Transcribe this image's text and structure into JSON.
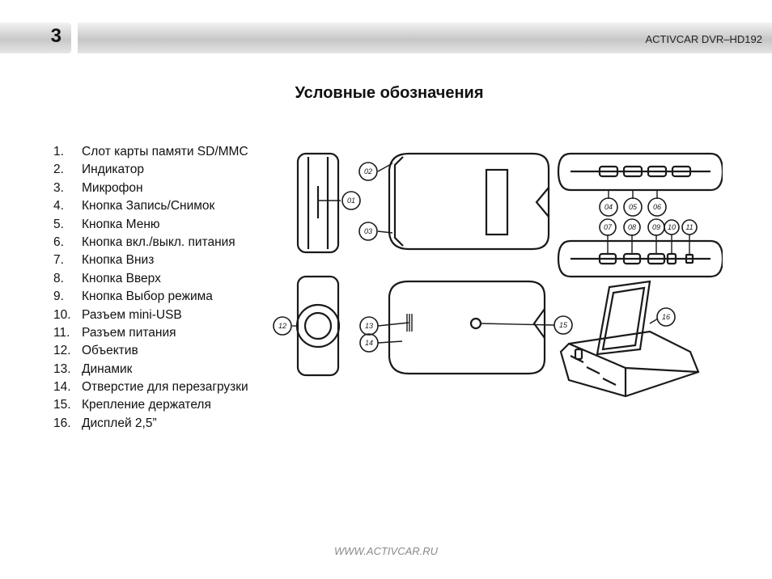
{
  "header": {
    "page_number": "3",
    "model": "ACTIVCAR DVR–HD192"
  },
  "title": "Условные обозначения",
  "legend": [
    {
      "num": "1.",
      "label": "Слот карты памяти SD/MMC"
    },
    {
      "num": "2.",
      "label": "Индикатор"
    },
    {
      "num": "3.",
      "label": "Микрофон"
    },
    {
      "num": "4.",
      "label": "Кнопка Запись/Снимок"
    },
    {
      "num": "5.",
      "label": "Кнопка Меню"
    },
    {
      "num": "6.",
      "label": "Кнопка вкл./выкл. питания"
    },
    {
      "num": "7.",
      "label": "Кнопка Вниз"
    },
    {
      "num": "8.",
      "label": "Кнопка Вверх"
    },
    {
      "num": "9.",
      "label": "Кнопка Выбор режима"
    },
    {
      "num": "10.",
      "label": "Разъем mini-USB"
    },
    {
      "num": "11.",
      "label": "Разъем питания"
    },
    {
      "num": "12.",
      "label": "Объектив"
    },
    {
      "num": "13.",
      "label": "Динамик"
    },
    {
      "num": "14.",
      "label": "Отверстие для перезагрузки"
    },
    {
      "num": "15.",
      "label": "Крепление держателя"
    },
    {
      "num": "16.",
      "label": "Дисплей 2,5”"
    }
  ],
  "callouts": [
    "01",
    "02",
    "03",
    "04",
    "05",
    "06",
    "07",
    "08",
    "09",
    "10",
    "11",
    "12",
    "13",
    "14",
    "15",
    "16"
  ],
  "footer": "WWW.ACTIVCAR.RU"
}
